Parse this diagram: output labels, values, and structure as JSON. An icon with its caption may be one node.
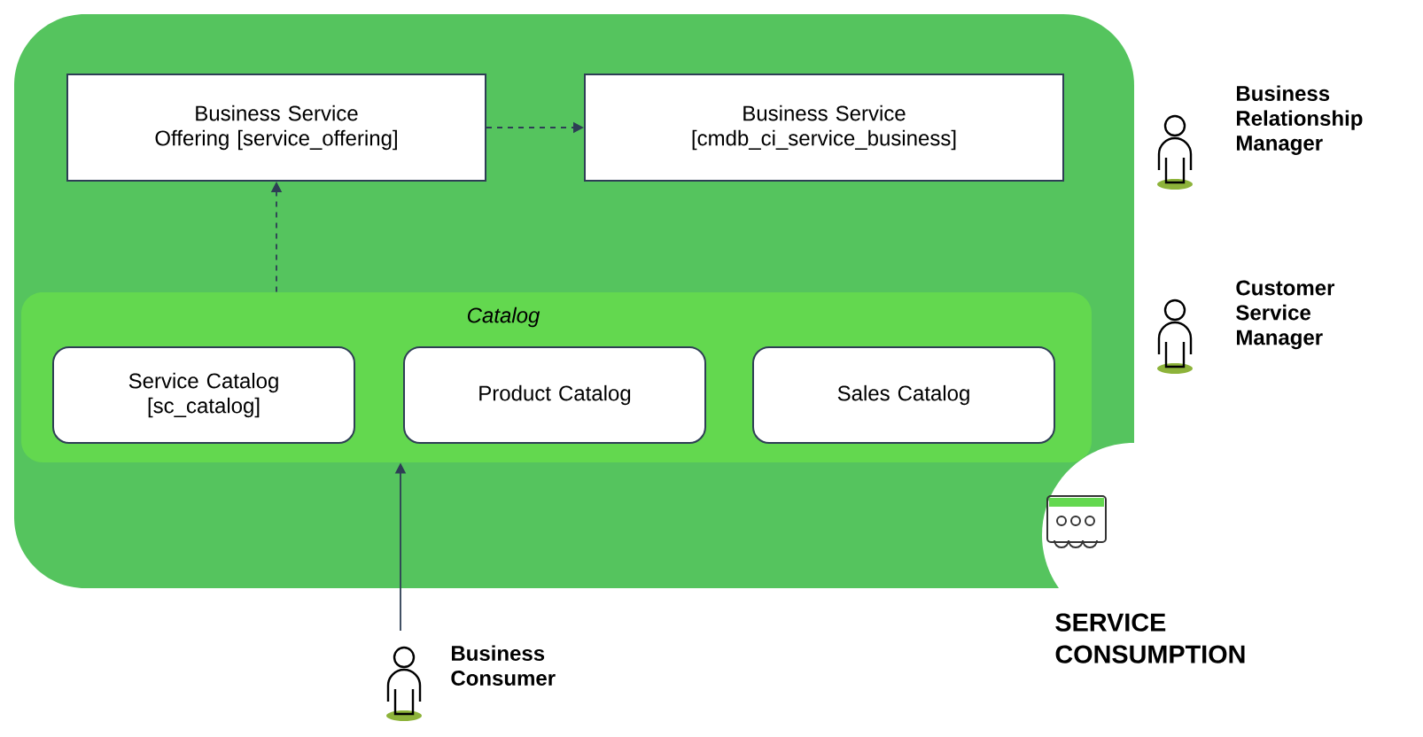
{
  "diagram": {
    "nodes": [
      {
        "text": [
          "Business Service Offering [service_offering]"
        ]
      },
      {
        "text": [
          "Business Service [cmdb_ci_service_business]"
        ]
      },
      {
        "text": [
          "Catalog"
        ]
      },
      {
        "text": [
          "Service Catalog [sc_catalog]"
        ],
        "in": 2
      },
      {
        "text": [
          "Product Catalog"
        ],
        "in": 2
      },
      {
        "text": [
          "Sales Catalog"
        ],
        "in": 2
      },
      {
        "text": [
          "Business Consumer"
        ]
      }
    ],
    "edges": [
      {
        "from": 2,
        "to": 0,
        "arrow": "to",
        "style": "dashed"
      },
      {
        "from": 0,
        "to": 1,
        "arrow": "to",
        "style": "dashed"
      },
      {
        "from": 6,
        "to": 2,
        "arrow": "to"
      }
    ],
    "labels": [
      "Business Relationship Manager",
      "Customer Service Manager",
      "SERVICE CONSUMPTION"
    ]
  }
}
